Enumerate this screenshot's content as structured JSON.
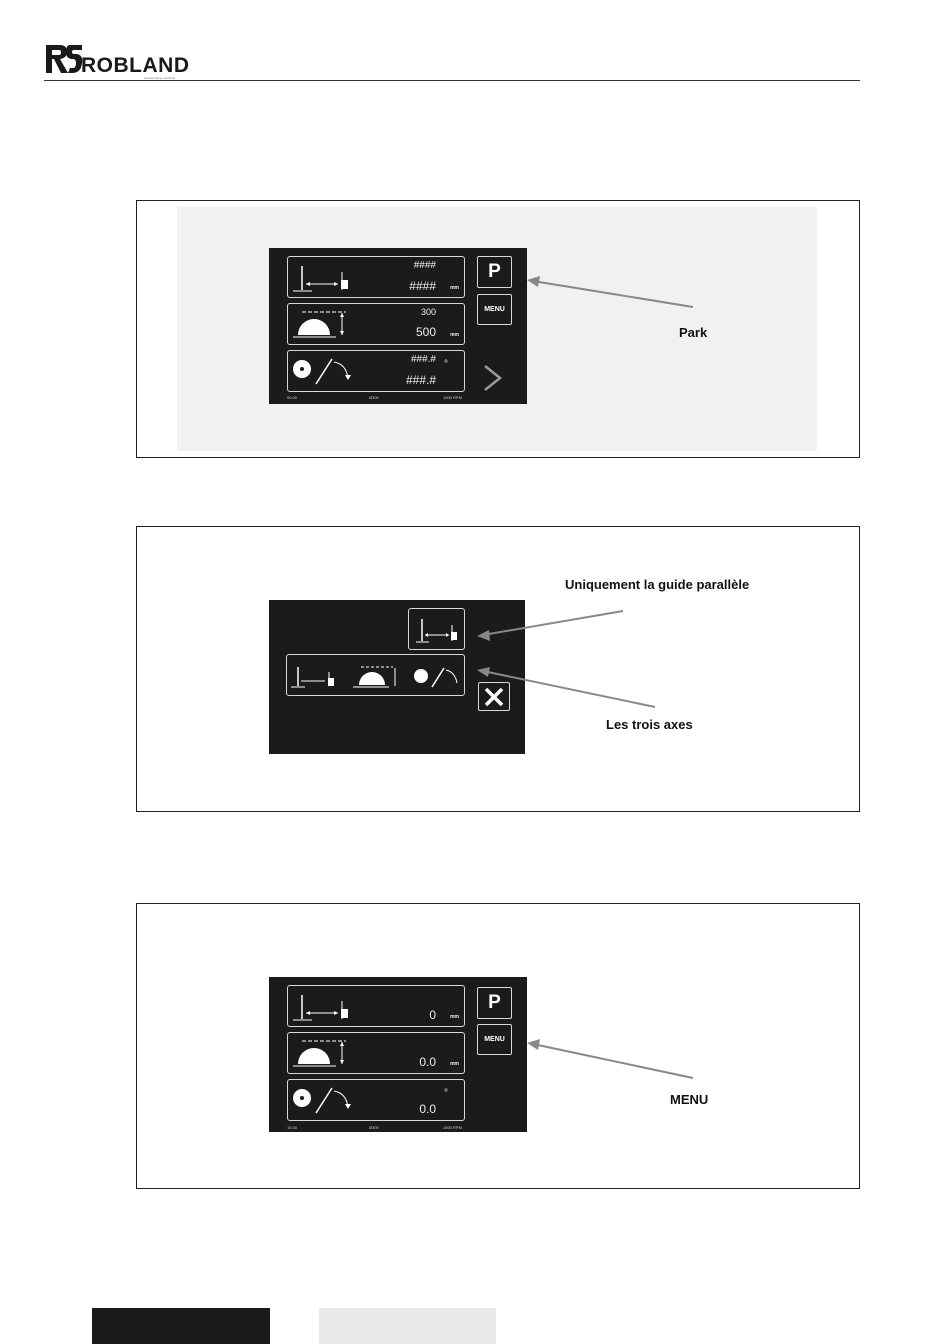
{
  "brand": {
    "name": "ROBLAND",
    "tagline": "woodworking machines"
  },
  "figure1": {
    "screen": {
      "fence_top": "####",
      "fence_bottom": "####",
      "fence_unit": "mm",
      "height_top": "300",
      "height_bottom": "500",
      "height_unit": "mm",
      "angle_top": "###.#",
      "angle_bottom": "###.#",
      "angle_unit": "°",
      "park_button": "P",
      "menu_button": "MENU",
      "next_button": ">",
      "status_left": "50.00",
      "status_mid": "Ø300",
      "status_right": "1500 RPM"
    },
    "callout_park": "Park"
  },
  "figure2": {
    "callout_parallel": "Uniquement la guide parallèle",
    "callout_three_axes": "Les trois axes"
  },
  "figure3": {
    "screen": {
      "fence_value": "0",
      "fence_unit": "mm",
      "height_value": "0.0",
      "height_unit": "mm",
      "angle_value": "0.0",
      "angle_unit": "°",
      "park_button": "P",
      "menu_button": "MENU",
      "status_left": "15.00",
      "status_mid": "Ø300",
      "status_right": "1500 RPM"
    },
    "callout_menu": "MENU"
  }
}
